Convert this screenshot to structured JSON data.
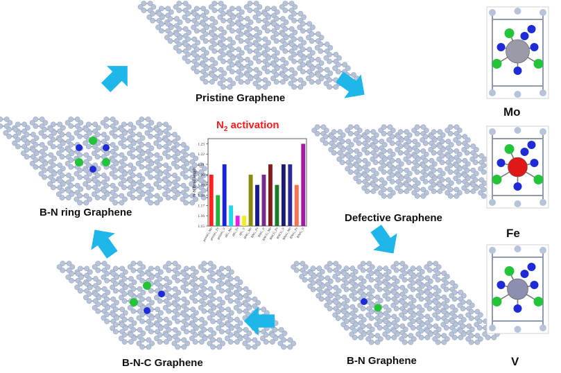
{
  "labels": {
    "pristine": "Pristine Graphene",
    "defective": "Defective Graphene",
    "bn": "B-N Graphene",
    "bnc": "B-N-C Graphene",
    "bnring": "B-N ring Graphene"
  },
  "metal_panels": [
    {
      "label": "Mo"
    },
    {
      "label": "Fe"
    },
    {
      "label": "V"
    }
  ],
  "colors": {
    "carbon": "#b7c3d8",
    "bond": "#8e99ad",
    "nitrogen": "#1f2bd6",
    "boron": "#23c43a",
    "arrow": "#1fb6ea",
    "mo_atom": "#9a9aa8",
    "fe_atom": "#e01818",
    "v_atom": "#8d8fb0",
    "title": "#ff1a1a"
  },
  "chart_data": {
    "type": "bar",
    "title_main": "N",
    "title_sub": "2",
    "title_rest": " activation",
    "ylabel": "N-N Bond length",
    "ylim": [
      1.15,
      1.235
    ],
    "yticks": [
      "1.23",
      "1.22",
      "1.21",
      "1.20",
      "1.19",
      "1.18",
      "1.17",
      "1.16",
      "1.15"
    ],
    "categories": [
      "prisinG_Mo",
      "prisinG_Fe",
      "prisinG_V",
      "dfG_Mo",
      "dfG_Fe",
      "dfG_V",
      "BNG_Mo",
      "BNG_Fe",
      "BNG_V",
      "BNCG_Mo",
      "BNCG_Fe",
      "BNCG_V",
      "BNrG_Mo",
      "BNrG_Fe",
      "BNrG_V"
    ],
    "values": [
      1.2,
      1.18,
      1.21,
      1.17,
      1.16,
      1.16,
      1.2,
      1.19,
      1.2,
      1.21,
      1.19,
      1.21,
      1.21,
      1.19,
      1.23
    ],
    "bar_colors": [
      "#ff2020",
      "#1fb83a",
      "#1a22e0",
      "#22d8e8",
      "#e81ee8",
      "#f0f020",
      "#8a8a10",
      "#1a1a8a",
      "#7a2a8a",
      "#8a1a1a",
      "#1a7a2a",
      "#1a1a70",
      "#2a2a9a",
      "#ff7050",
      "#a01aa0"
    ]
  }
}
